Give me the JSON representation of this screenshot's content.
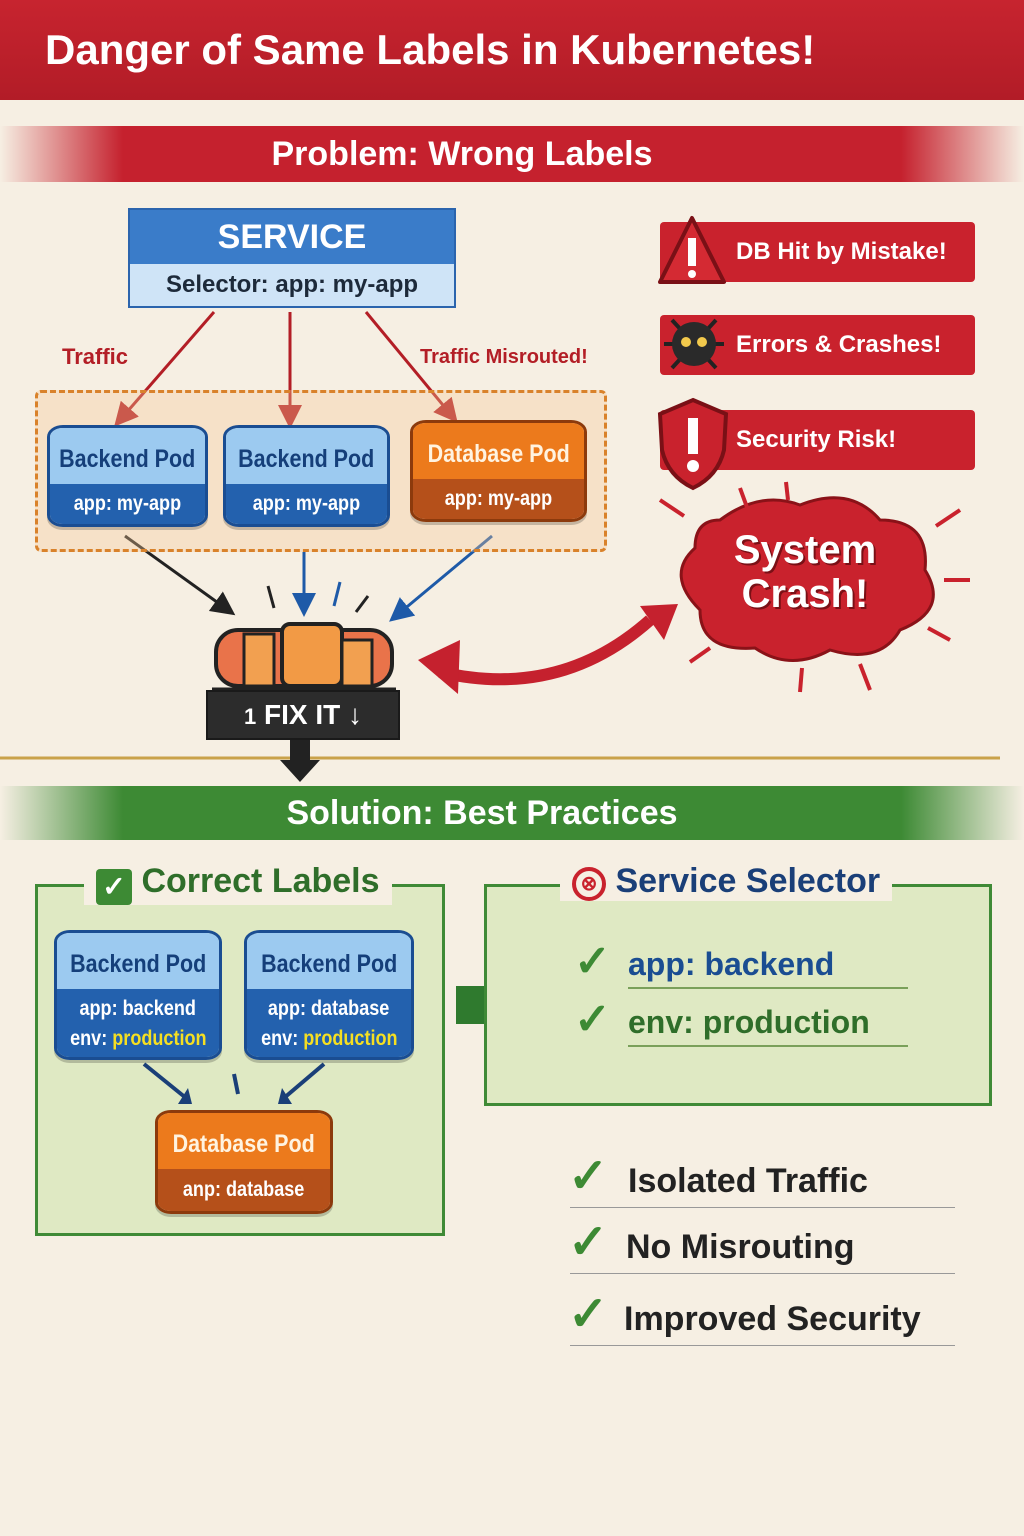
{
  "title": "Danger of Same Labels in Kubernetes!",
  "problem": {
    "banner": "Problem: Wrong Labels",
    "service": {
      "title": "SERVICE",
      "selector": "Selector: app: my-app"
    },
    "traffic_label": "Traffic",
    "misrouted_label": "Traffic Misrouted!",
    "pods": [
      {
        "name": "Backend Pod",
        "label": "app: my-app",
        "kind": "backend"
      },
      {
        "name": "Backend Pod",
        "label": "app: my-app",
        "kind": "backend"
      },
      {
        "name": "Database Pod",
        "label": "app: my-app",
        "kind": "database"
      }
    ],
    "alerts": [
      {
        "text": "DB Hit by Mistake!",
        "icon": "warning-triangle-icon"
      },
      {
        "text": "Errors & Crashes!",
        "icon": "bug-icon"
      },
      {
        "text": "Security Risk!",
        "icon": "shield-alert-icon"
      }
    ],
    "crash": {
      "line1": "System",
      "line2": "Crash!"
    },
    "fix": {
      "number": "1",
      "label": "FIX IT",
      "arrow": "↓"
    }
  },
  "solution": {
    "banner": "Solution: Best Practices",
    "correct_labels": {
      "title": "Correct Labels",
      "pods": [
        {
          "name": "Backend Pod",
          "app": "app: backend",
          "env_key": "env:",
          "env_val": "production"
        },
        {
          "name": "Backend Pod",
          "app": "app: database",
          "env_key": "env:",
          "env_val": "production"
        }
      ],
      "db_pod": {
        "name": "Database Pod",
        "label": "anp: database"
      }
    },
    "service_selector": {
      "title": "Service Selector",
      "items": [
        "app: backend",
        "env: production"
      ]
    },
    "benefits": [
      "Isolated Traffic",
      "No Misrouting",
      "Improved Security"
    ]
  },
  "colors": {
    "red": "#c5212e",
    "green": "#3d8a34",
    "blue": "#2361ae",
    "orange": "#ec7a1c"
  }
}
